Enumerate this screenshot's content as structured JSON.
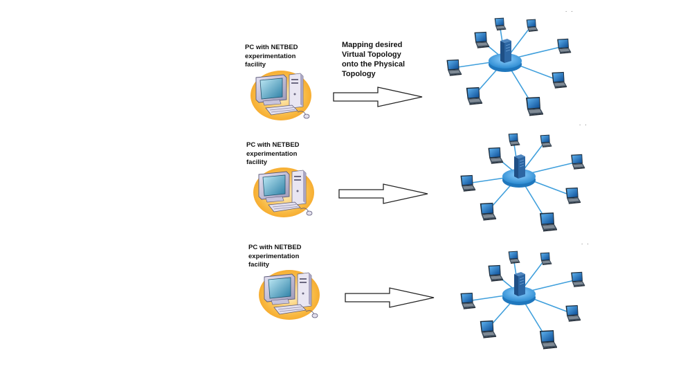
{
  "rows": [
    {
      "pc_label": "PC with NETBED\nexperimentation\nfacility"
    },
    {
      "pc_label": "PC with NETBED\nexperimentation\nfacility"
    },
    {
      "pc_label": "PC with NETBED\nexperimentation\nfacility"
    }
  ],
  "mapping_caption": "Mapping desired\nVirtual Topology\nonto the Physical\nTopology",
  "corner_marks": ". .",
  "colors": {
    "hub": "#3f9fdc",
    "link": "#3f9fdc",
    "server": "#2a5f93",
    "laptop_screen": "#1e6fc0",
    "pc_background": "#f6a825"
  }
}
